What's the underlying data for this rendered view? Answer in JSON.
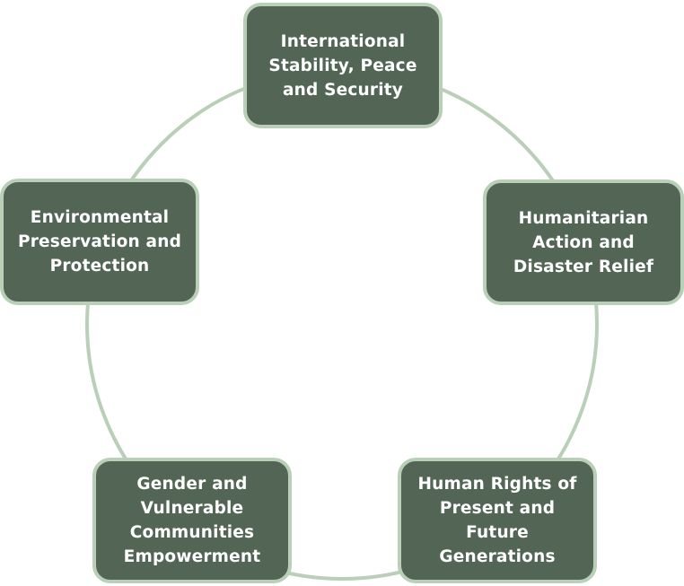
{
  "colors": {
    "ring": "#b9cfb7",
    "box_fill": "#536655",
    "box_border": "#b9cfb7",
    "text": "#ffffff"
  },
  "nodes": [
    {
      "key": "stability",
      "label": "International Stability, Peace and Security"
    },
    {
      "key": "humanitarian",
      "label": "Humanitarian Action and Disaster Relief"
    },
    {
      "key": "human_rights",
      "label": "Human Rights of Present and Future Generations"
    },
    {
      "key": "gender",
      "label": "Gender and Vulnerable Communities Empowerment"
    },
    {
      "key": "environment",
      "label": "Environmental Preservation and Protection"
    }
  ]
}
